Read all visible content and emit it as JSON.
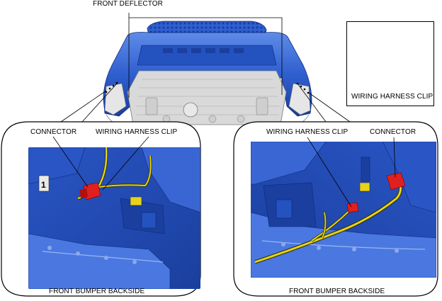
{
  "labels": {
    "front_deflector": "FRONT DEFLECTOR",
    "wiring_harness_clip_inset": "WIRING HARNESS CLIP",
    "left_connector": "CONNECTOR",
    "left_wiring_harness_clip": "WIRING HARNESS CLIP",
    "right_wiring_harness_clip": "WIRING HARNESS CLIP",
    "right_connector": "CONNECTOR",
    "left_caption": "FRONT BUMPER BACKSIDE",
    "right_caption": "FRONT BUMPER BACKSIDE"
  },
  "colors": {
    "bumper_blue": "#2f5fd0",
    "bumper_dark": "#1a3f9e",
    "bumper_light": "#5f8ce8",
    "deflector_gray": "#d9d9d9",
    "harness_yellow": "#e6d21a",
    "connector_red": "#e02020"
  }
}
